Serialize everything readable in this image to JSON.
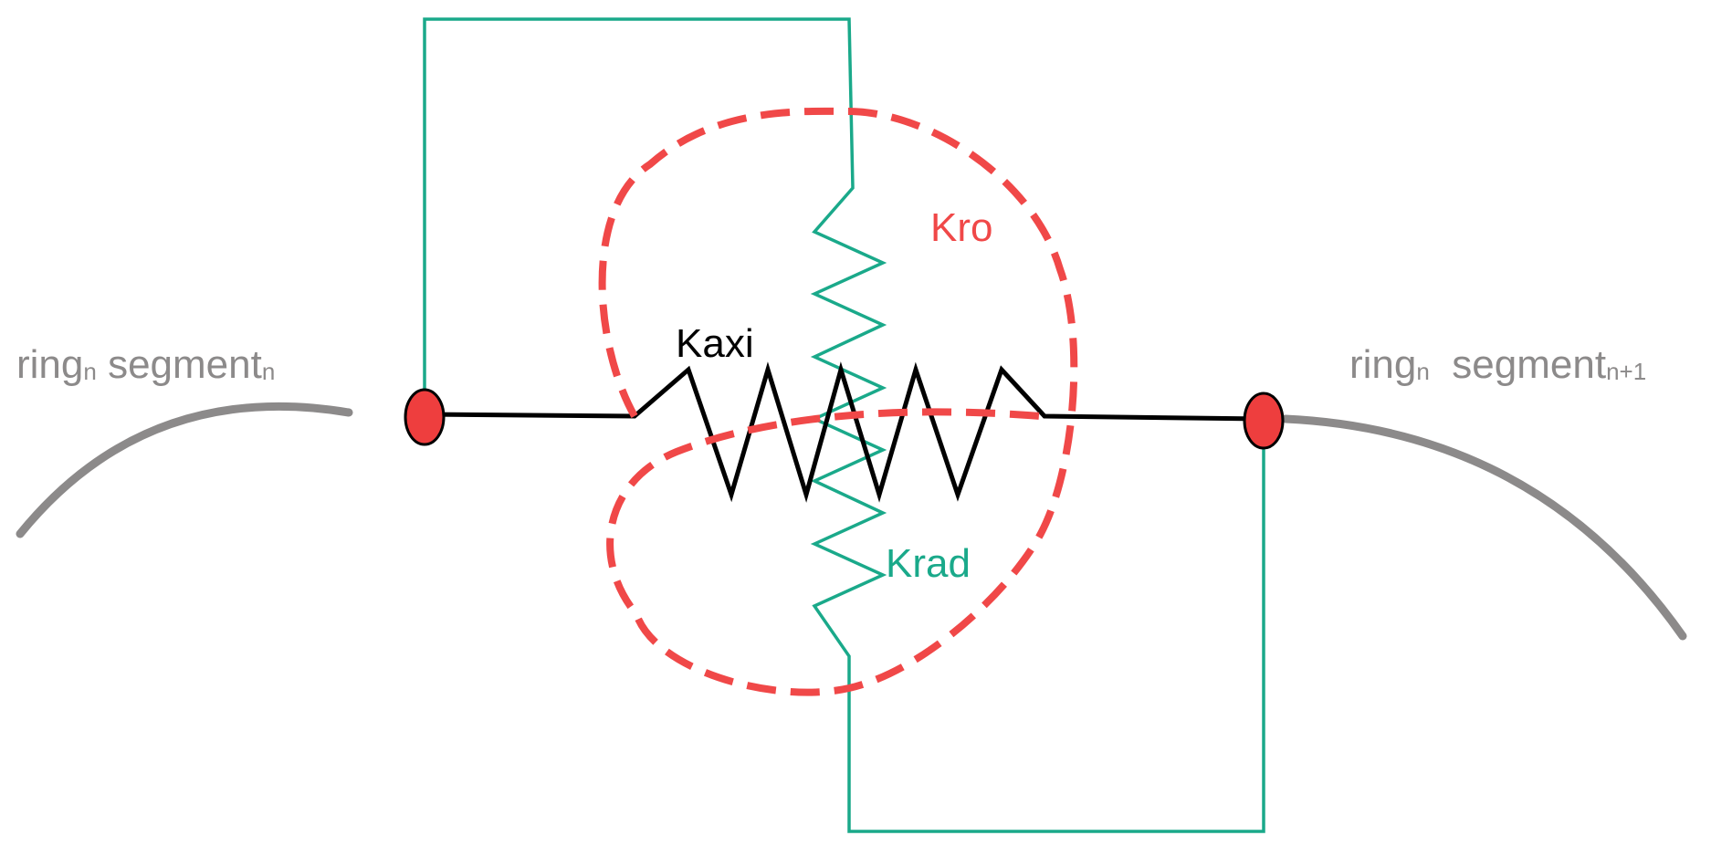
{
  "colors": {
    "segment": "#8c8a8a",
    "label_gray": "#8c8a8a",
    "axial_spring": "#000000",
    "radial_spring": "#1aa98a",
    "rotational": "#f04848",
    "node_fill": "#ee3e3e",
    "node_stroke": "#000000"
  },
  "left_label": {
    "main": "ring",
    "sub1": "n",
    "main2": " segment",
    "sub2": "n"
  },
  "right_label": {
    "main": "ring",
    "sub1": "n",
    "main2": "  segment",
    "sub2": "n+1"
  },
  "springs": {
    "axial": "Kaxi",
    "radial": "Krad",
    "rotational": "Kro"
  }
}
